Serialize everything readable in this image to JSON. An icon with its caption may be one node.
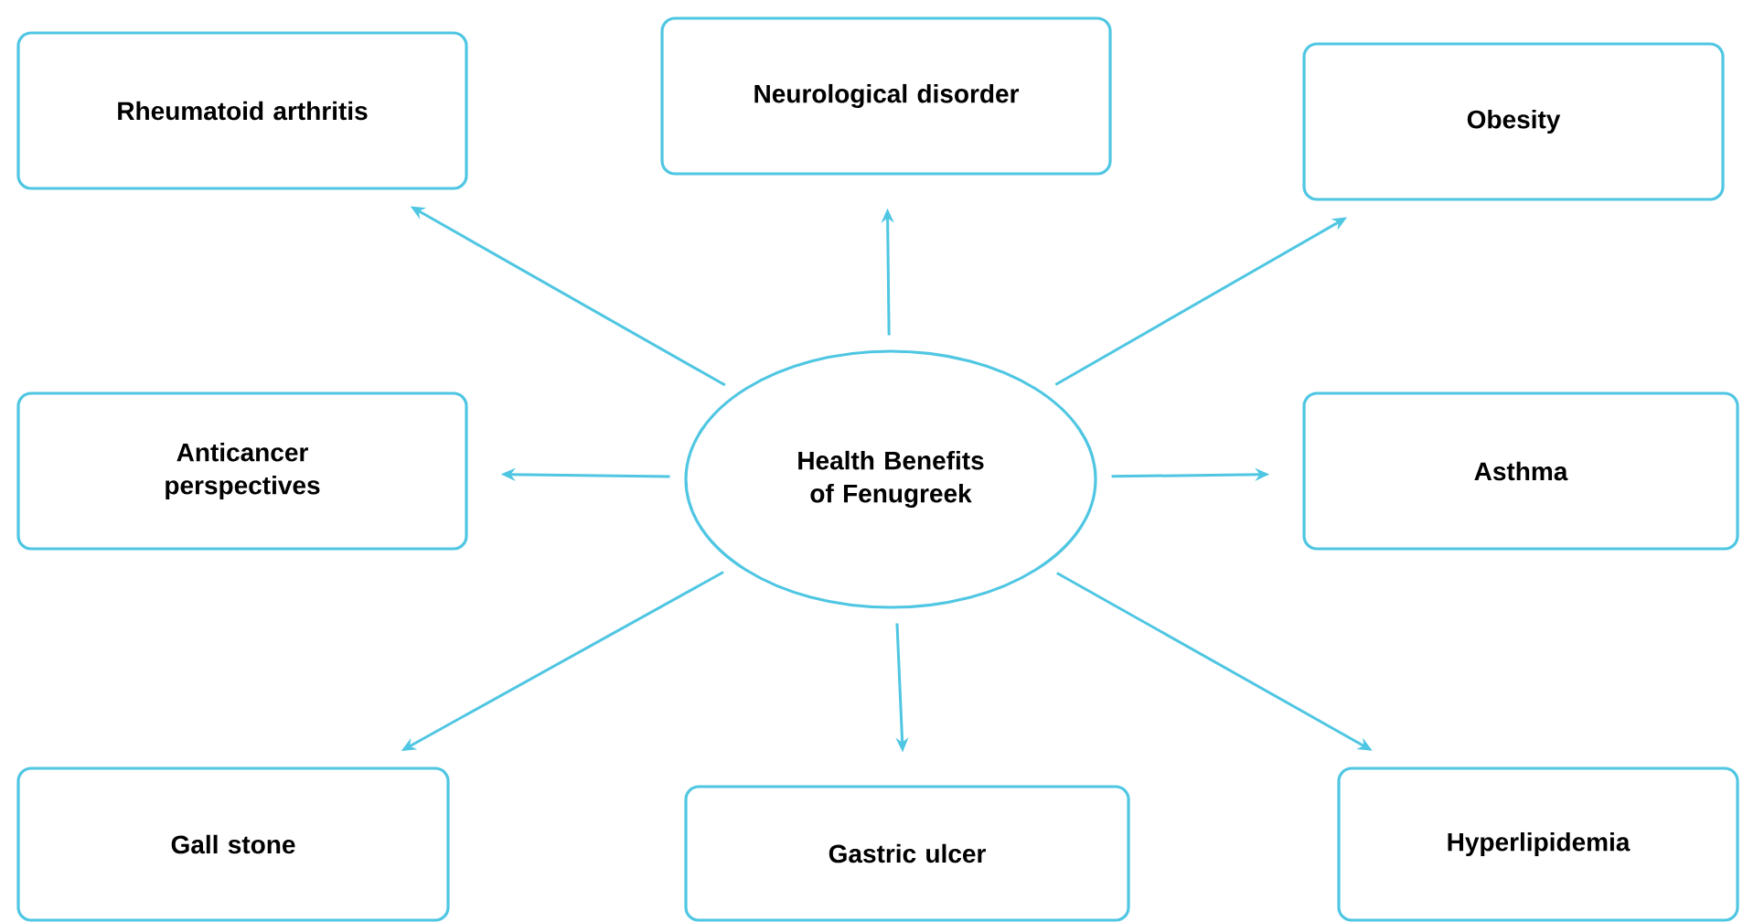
{
  "diagram": {
    "nodes": [
      {
        "text": [
          "Health Benefits of Fenugreek"
        ]
      },
      {
        "text": [
          "Rheumatoid arthritis"
        ]
      },
      {
        "text": [
          "Neurological disorder"
        ]
      },
      {
        "text": [
          "Obesity"
        ]
      },
      {
        "text": [
          "Anticancer perspectives"
        ]
      },
      {
        "text": [
          "Asthma"
        ]
      },
      {
        "text": [
          "Gall stone"
        ]
      },
      {
        "text": [
          "Gastric ulcer"
        ]
      },
      {
        "text": [
          "Hyperlipidemia"
        ]
      }
    ],
    "edges": [
      {
        "from": 0,
        "to": 1,
        "arrow": "to"
      },
      {
        "from": 0,
        "to": 2,
        "arrow": "to"
      },
      {
        "from": 0,
        "to": 3,
        "arrow": "to"
      },
      {
        "from": 0,
        "to": 4,
        "arrow": "to"
      },
      {
        "from": 0,
        "to": 5,
        "arrow": "to"
      },
      {
        "from": 0,
        "to": 6,
        "arrow": "to"
      },
      {
        "from": 0,
        "to": 7,
        "arrow": "to"
      },
      {
        "from": 0,
        "to": 8,
        "arrow": "to"
      }
    ]
  }
}
